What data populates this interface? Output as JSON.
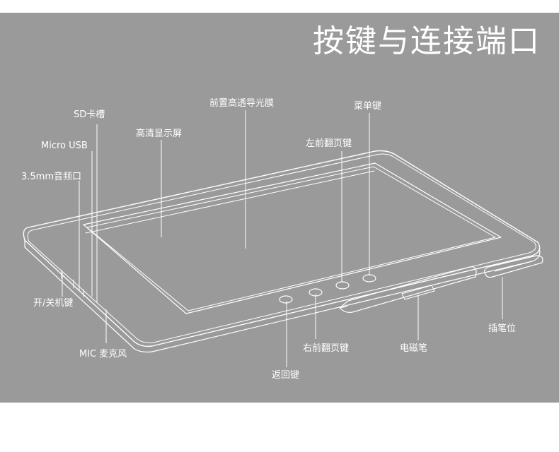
{
  "title": "按键与连接端口",
  "labels": {
    "sd_slot": "SD卡槽",
    "micro_usb": "Micro USB",
    "audio_jack": "3.5mm音频口",
    "power_key": "开/关机键",
    "mic": "MIC 麦克风",
    "hd_screen": "高清显示屏",
    "front_film": "前置高透导光膜",
    "left_page_key": "左前翻页键",
    "menu_key": "菜单键",
    "right_page_key": "右前翻页键",
    "back_key": "返回键",
    "em_pen": "电磁笔",
    "pen_slot": "插笔位"
  },
  "colors": {
    "panel": "#9a9a9a",
    "line": "#ffffff",
    "text": "#ffffff"
  }
}
